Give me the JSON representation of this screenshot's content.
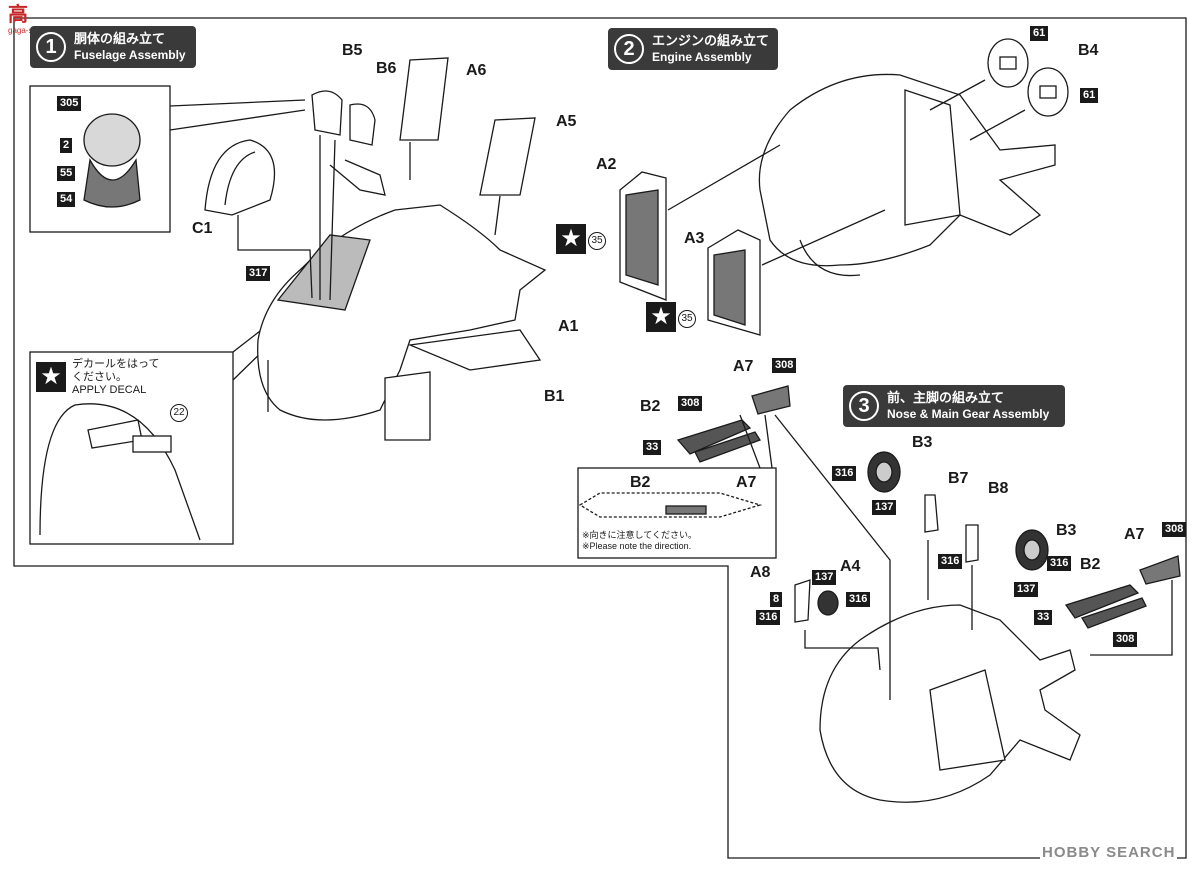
{
  "watermark_top": {
    "line1": "高",
    "line2": "gaga-shop.com"
  },
  "watermark_bottom": "HOBBY SEARCH",
  "steps": [
    {
      "num": "1",
      "jp": "胴体の組み立て",
      "en": "Fuselage Assembly"
    },
    {
      "num": "2",
      "jp": "エンジンの組み立て",
      "en": "Engine Assembly"
    },
    {
      "num": "3",
      "jp": "前、主脚の組み立て",
      "en": "Nose & Main Gear Assembly"
    }
  ],
  "parts": {
    "B5": "B5",
    "B6": "B6",
    "A6": "A6",
    "A5": "A5",
    "C1": "C1",
    "A1": "A1",
    "B1": "B1",
    "A2": "A2",
    "A3": "A3",
    "B4": "B4",
    "A7a": "A7",
    "B2a": "B2",
    "B3a": "B3",
    "B7": "B7",
    "B8": "B8",
    "B3b": "B3",
    "A7b": "A7",
    "B2b": "B2",
    "A8": "A8",
    "A4": "A4",
    "detail_B2": "B2",
    "detail_A7": "A7"
  },
  "colors": {
    "c305": "305",
    "c2": "2",
    "c55": "55",
    "c54": "54",
    "c317": "317",
    "c61a": "61",
    "c61b": "61",
    "c308a": "308",
    "c308b": "308",
    "c33a": "33",
    "c316a": "316",
    "c137a": "137",
    "c316b": "316",
    "c316c": "316",
    "c137b": "137",
    "c308c": "308",
    "c33b": "33",
    "c308d": "308",
    "c8": "8",
    "c316d": "316",
    "c137c": "137",
    "c316e": "316"
  },
  "decals": {
    "d22": "22",
    "d35a": "35",
    "d35b": "35"
  },
  "star_symbol": "★",
  "decal_note": {
    "jp_line1": "デカールをはって",
    "jp_line2": "ください。",
    "en": "APPLY DECAL"
  },
  "direction_note": {
    "jp": "※向きに注意してください。",
    "en": "※Please note the direction."
  }
}
